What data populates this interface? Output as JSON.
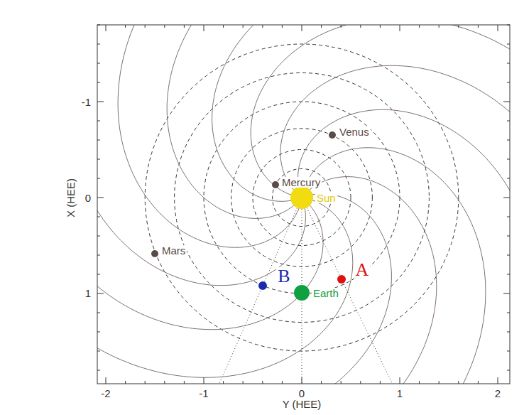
{
  "diagram": {
    "labels": [
      "X (HEE)",
      "-1",
      "0",
      "1",
      "Y (HEE)",
      "-2",
      "-1",
      "0",
      "1",
      "2",
      "Sun",
      "Mercury",
      "Venus",
      "Mars",
      "Earth",
      "B",
      "A"
    ]
  }
}
